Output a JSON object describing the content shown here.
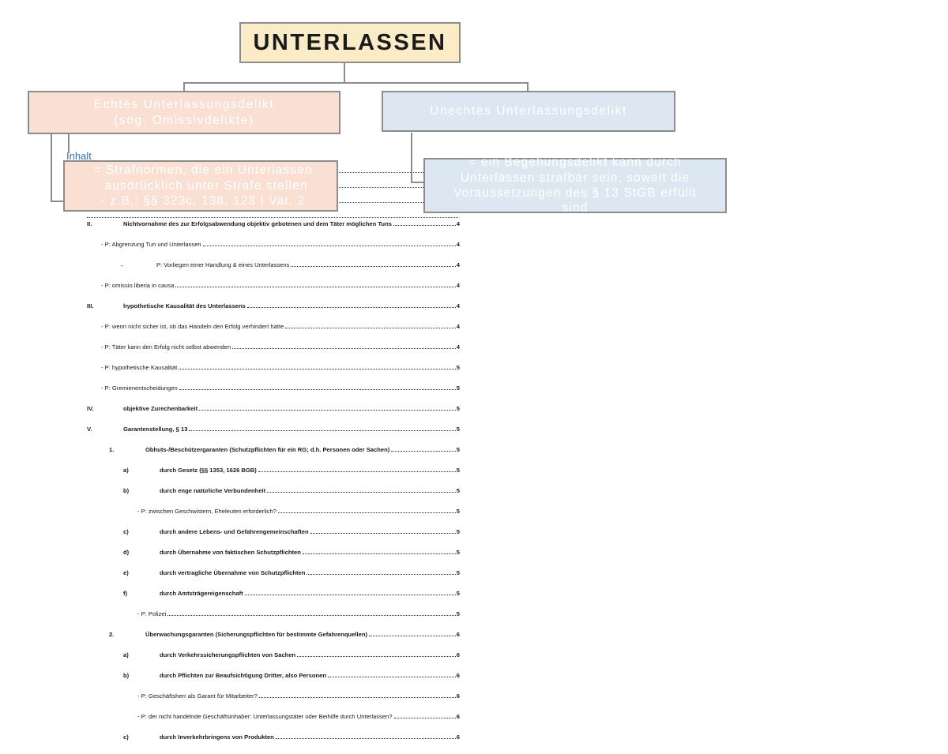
{
  "diagram": {
    "title": "UNTERLASSEN",
    "left_branch": {
      "heading_line1": "Echtes Unterlassungsdelikt",
      "heading_line2": "(sog. Omissivdelikte)",
      "body_line1": "= Strafnormen, die ein Unterlassen",
      "body_line2": "ausdrücklich unter Strafe stellen",
      "body_line3": "- z.B.: §§ 323c, 138, 123 I Var. 2"
    },
    "right_branch": {
      "heading": "Unechtes Unterlassungsdelikt",
      "body_line1": "= ein Begehungsdelikt kann durch",
      "body_line2": "Unterlassen strafbar sein, soweit die",
      "body_line3": "Voraussetzungen des § 13 StGB erfüllt",
      "body_line4": "sind"
    },
    "colors": {
      "title_fill": "#fbecc8",
      "peach_fill": "#f9e0d2",
      "blue_fill": "#dde7f1",
      "border": "#8c8c8c",
      "box_text": "#ffffff"
    }
  },
  "document": {
    "heading": "Inhalt",
    "heading_color": "#3f6fa8"
  },
  "toc": {
    "entries": [
      {
        "level": "lvl-1",
        "num": "II.",
        "text": "Nichtvornahme des zur Erfolgsabwendung objektiv gebotenen und dem Täter möglichen Tuns",
        "page": "4"
      },
      {
        "level": "lvl-p",
        "num": "",
        "text": "- P: Abgrenzung Tun und Unterlassen",
        "page": "4"
      },
      {
        "level": "lvl-arrow",
        "num": "→",
        "text": "P: Vorliegen einer Handlung & eines Unterlassens",
        "page": "4"
      },
      {
        "level": "lvl-p",
        "num": "",
        "text": "- P: omissio liberia in causa",
        "page": "4"
      },
      {
        "level": "lvl-1",
        "num": "III.",
        "text": "hypothetische Kausalität des Unterlassens",
        "page": "4"
      },
      {
        "level": "lvl-p",
        "num": "",
        "text": "- P: wenn nicht sicher ist, ob das Handeln den Erfolg verhindert hätte",
        "page": "4"
      },
      {
        "level": "lvl-p",
        "num": "",
        "text": "- P: Täter kann den Erfolg nicht selbst abwenden",
        "page": "4"
      },
      {
        "level": "lvl-p",
        "num": "",
        "text": "- P: hypothetische Kausalität",
        "page": "5"
      },
      {
        "level": "lvl-p",
        "num": "",
        "text": "- P: Gremienentscheidungen",
        "page": "5"
      },
      {
        "level": "lvl-1",
        "num": "IV.",
        "text": "objektive Zurechenbarkeit",
        "page": "5"
      },
      {
        "level": "lvl-1",
        "num": "V.",
        "text": "Garantenstellung, § 13",
        "page": "5"
      },
      {
        "level": "lvl-2",
        "num": "1.",
        "text": "Obhuts-/Beschützergaranten (Schutzpflichten für ein RG; d.h. Personen oder Sachen)",
        "page": "5"
      },
      {
        "level": "lvl-3",
        "num": "a)",
        "text": "durch Gesetz (§§ 1353, 1626 BGB)",
        "page": "5"
      },
      {
        "level": "lvl-3",
        "num": "b)",
        "text": "durch enge natürliche Verbundenheit",
        "page": "5"
      },
      {
        "level": "lvl-p3",
        "num": "",
        "text": "- P: zwischen Geschwistern, Eheleuten erforderlich?",
        "page": "5"
      },
      {
        "level": "lvl-3",
        "num": "c)",
        "text": "durch andere Lebens- und Gefahrengemeinschaften",
        "page": "5"
      },
      {
        "level": "lvl-3",
        "num": "d)",
        "text": "durch Übernahme von faktischen Schutzpflichten",
        "page": "5"
      },
      {
        "level": "lvl-3",
        "num": "e)",
        "text": "durch vertragliche Übernahme von Schutzpflichten",
        "page": "5"
      },
      {
        "level": "lvl-3",
        "num": "f)",
        "text": "durch Amtsträgereigenschaft",
        "page": "5"
      },
      {
        "level": "lvl-p3",
        "num": "",
        "text": "- P: Polizei",
        "page": "5"
      },
      {
        "level": "lvl-2",
        "num": "2.",
        "text": "Überwachungsgaranten (Sicherungspflichten für bestimmte Gefahrenquellen)",
        "page": "6"
      },
      {
        "level": "lvl-3",
        "num": "a)",
        "text": "durch Verkehrssicherungspflichten von Sachen",
        "page": "6"
      },
      {
        "level": "lvl-3",
        "num": "b)",
        "text": "durch Pflichten zur Beaufsichtigung Dritter, also Personen",
        "page": "6"
      },
      {
        "level": "lvl-p3",
        "num": "",
        "text": "- P: Geschäftsherr als Garant für Mitarbeiter?",
        "page": "6"
      },
      {
        "level": "lvl-p3",
        "num": "",
        "text": "- P: der nicht handelnde Geschäftsinhaber: Unterlassungstäter oder Beihilfe durch Unterlassen?",
        "page": "6"
      },
      {
        "level": "lvl-3",
        "num": "c)",
        "text": "durch Inverkehrbringens von Produkten",
        "page": "6"
      }
    ]
  }
}
